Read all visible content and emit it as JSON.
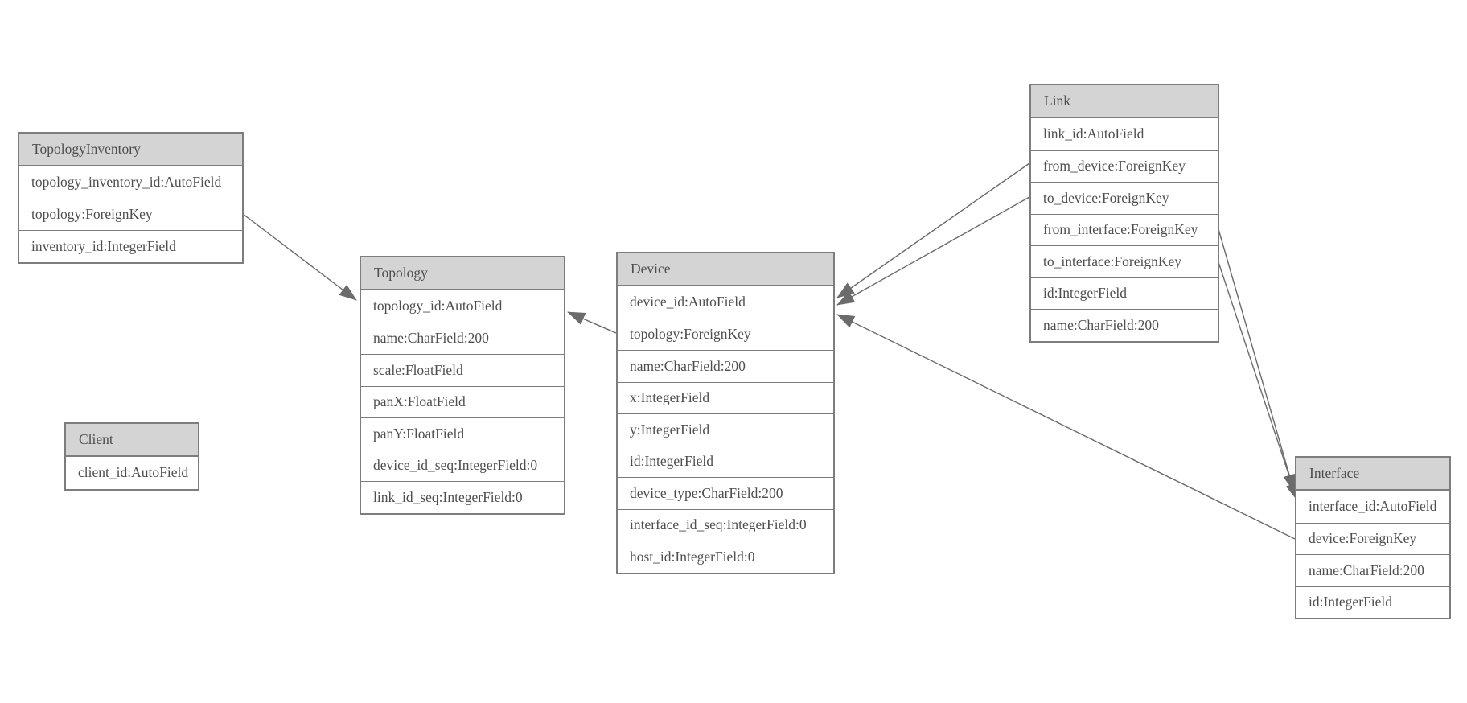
{
  "diagram": {
    "type": "entity-relationship-model-graph",
    "colors": {
      "background": "#ffffff",
      "entity_header_bg": "#d4d4d4",
      "entity_border": "#7d7d7d",
      "text": "#4e4e4e",
      "edge_line": "#6a6a6a",
      "arrowhead": "#6b6b6b"
    },
    "entities": [
      {
        "title": "TopologyInventory",
        "rows": [
          "topology_inventory_id:AutoField",
          "topology:ForeignKey",
          "inventory_id:IntegerField"
        ]
      },
      {
        "title": "Topology",
        "rows": [
          "topology_id:AutoField",
          "name:CharField:200",
          "scale:FloatField",
          "panX:FloatField",
          "panY:FloatField",
          "device_id_seq:IntegerField:0",
          "link_id_seq:IntegerField:0"
        ]
      },
      {
        "title": "Client",
        "rows": [
          "client_id:AutoField"
        ]
      },
      {
        "title": "Device",
        "rows": [
          "device_id:AutoField",
          "topology:ForeignKey",
          "name:CharField:200",
          "x:IntegerField",
          "y:IntegerField",
          "id:IntegerField",
          "device_type:CharField:200",
          "interface_id_seq:IntegerField:0",
          "host_id:IntegerField:0"
        ]
      },
      {
        "title": "Link",
        "rows": [
          "link_id:AutoField",
          "from_device:ForeignKey",
          "to_device:ForeignKey",
          "from_interface:ForeignKey",
          "to_interface:ForeignKey",
          "id:IntegerField",
          "name:CharField:200"
        ]
      },
      {
        "title": "Interface",
        "rows": [
          "interface_id:AutoField",
          "device:ForeignKey",
          "name:CharField:200",
          "id:IntegerField"
        ]
      }
    ],
    "relationships": [
      {
        "from": "TopologyInventory.topology",
        "to": "Topology"
      },
      {
        "from": "Device.topology",
        "to": "Topology"
      },
      {
        "from": "Link.from_device",
        "to": "Device"
      },
      {
        "from": "Link.to_device",
        "to": "Device"
      },
      {
        "from": "Interface.device",
        "to": "Device"
      },
      {
        "from": "Link.from_interface",
        "to": "Interface"
      },
      {
        "from": "Link.to_interface",
        "to": "Interface"
      }
    ]
  }
}
